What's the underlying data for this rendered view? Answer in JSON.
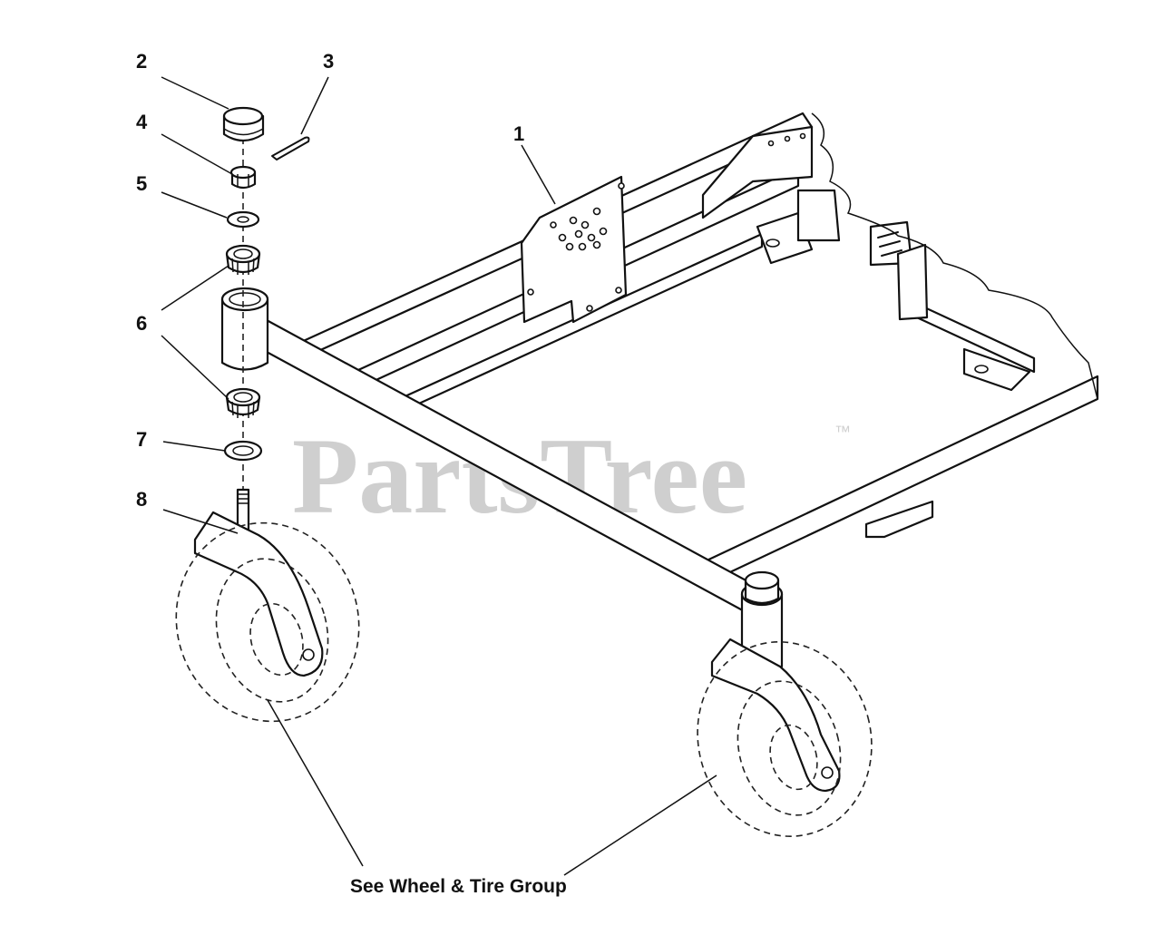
{
  "watermark": {
    "text": "PartsTree",
    "trademark": "™"
  },
  "callouts": [
    "1",
    "2",
    "3",
    "4",
    "5",
    "6",
    "7",
    "8"
  ],
  "caption": "See Wheel & Tire Group"
}
